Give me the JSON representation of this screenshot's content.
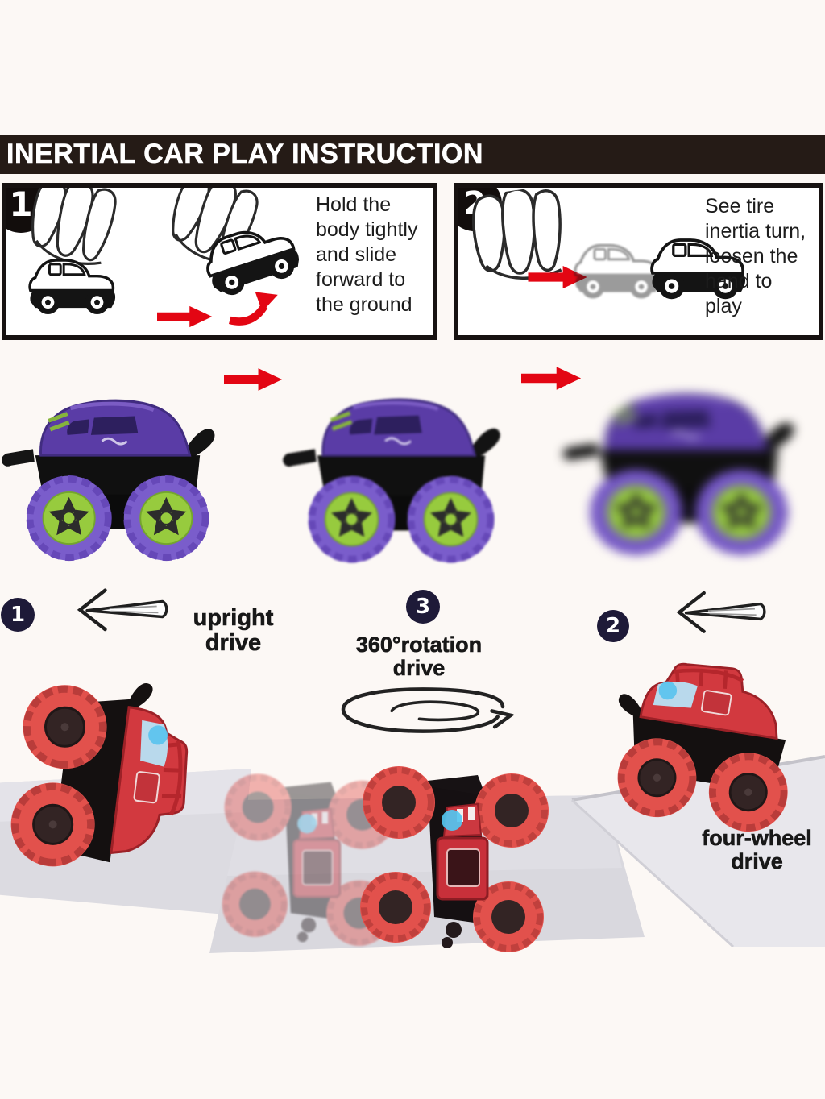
{
  "page": {
    "background": "#fcf8f5"
  },
  "header": {
    "title": "INERTIAL CAR PLAY INSTRUCTION",
    "bg_color": "#251b16",
    "text_color": "#ffffff"
  },
  "steps": [
    {
      "number": "1",
      "text": "Hold the body tightly and slide forward to the ground",
      "lines": [
        "Hold the",
        "body tightly",
        "and slide",
        "forward to",
        "the ground"
      ]
    },
    {
      "number": "2",
      "text": "See tire inertia turn, loosen the hand to play",
      "lines": [
        "See tire",
        "inertia turn,",
        "loosen the",
        "hand to",
        "play"
      ]
    }
  ],
  "sequence": {
    "description": "purple monster truck speeding up with motion blur",
    "arrow_icon": "red-arrow-right"
  },
  "modes": [
    {
      "number": "1",
      "label": "upright drive",
      "lines": [
        "upright",
        "drive"
      ],
      "arrow_icon": "sketch-arrow-left"
    },
    {
      "number": "3",
      "label": "360°rotation drive",
      "lines": [
        "360°rotation",
        "drive"
      ],
      "arrow_icon": "rotation-swirl"
    },
    {
      "number": "2",
      "label": "four-wheel drive",
      "lines": [
        "four-wheel",
        "drive"
      ],
      "arrow_icon": "sketch-arrow-left"
    }
  ],
  "icons": {
    "step_arrow": "red-arrow-right",
    "step_curved_arrow": "red-arrow-curved",
    "mode_left_arrow": "sketch-arrow-left",
    "rotation_icon": "rotation-swirl"
  },
  "colors": {
    "header_bg": "#251b16",
    "badge_bg": "#1e1a38",
    "arrow_red": "#e30613",
    "truck_purple_body": "#5a3ca6",
    "tire_purple": "#7a5dcb",
    "rim_green": "#97cb3e",
    "truck_red_body": "#d2393f",
    "tire_red": "#e2514c",
    "mat_gray": "#d9d8de"
  }
}
